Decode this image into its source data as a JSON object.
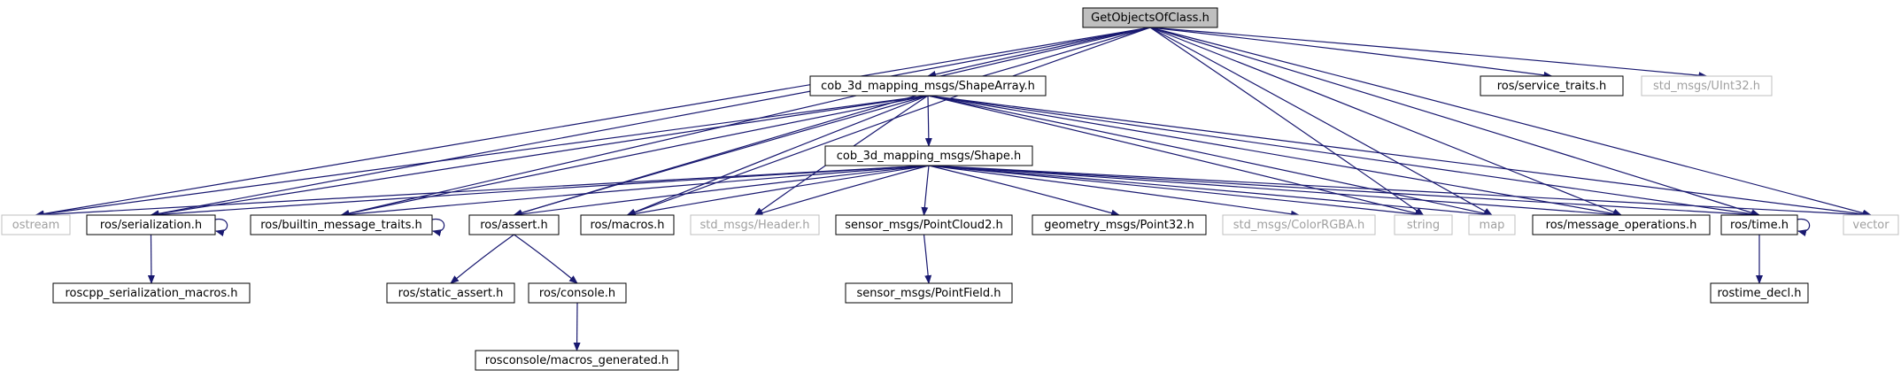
{
  "graph": {
    "root": "GetObjectsOfClass.h",
    "colors": {
      "edge": "#191970",
      "node_border": "#000000",
      "external_border": "#bfbfbf",
      "external_text": "#a0a0a0",
      "root_fill": "#bfbfbf",
      "text": "#000000"
    },
    "nodes": [
      {
        "id": "root",
        "label": "GetObjectsOfClass.h",
        "style": "root"
      },
      {
        "id": "shapearray",
        "label": "cob_3d_mapping_msgs/ShapeArray.h",
        "style": "normal"
      },
      {
        "id": "servicetraits",
        "label": "ros/service_traits.h",
        "style": "normal"
      },
      {
        "id": "uint32",
        "label": "std_msgs/UInt32.h",
        "style": "external"
      },
      {
        "id": "shape",
        "label": "cob_3d_mapping_msgs/Shape.h",
        "style": "normal"
      },
      {
        "id": "ostream",
        "label": "ostream",
        "style": "external"
      },
      {
        "id": "serialization",
        "label": "ros/serialization.h",
        "style": "normal"
      },
      {
        "id": "builtin",
        "label": "ros/builtin_message_traits.h",
        "style": "normal"
      },
      {
        "id": "assert",
        "label": "ros/assert.h",
        "style": "normal"
      },
      {
        "id": "macros",
        "label": "ros/macros.h",
        "style": "normal"
      },
      {
        "id": "header",
        "label": "std_msgs/Header.h",
        "style": "external"
      },
      {
        "id": "pointcloud2",
        "label": "sensor_msgs/PointCloud2.h",
        "style": "normal"
      },
      {
        "id": "point32",
        "label": "geometry_msgs/Point32.h",
        "style": "normal"
      },
      {
        "id": "colorrgba",
        "label": "std_msgs/ColorRGBA.h",
        "style": "external"
      },
      {
        "id": "string",
        "label": "string",
        "style": "external"
      },
      {
        "id": "map",
        "label": "map",
        "style": "external"
      },
      {
        "id": "msgops",
        "label": "ros/message_operations.h",
        "style": "normal"
      },
      {
        "id": "time",
        "label": "ros/time.h",
        "style": "normal"
      },
      {
        "id": "vector",
        "label": "vector",
        "style": "external"
      },
      {
        "id": "roscppser",
        "label": "roscpp_serialization_macros.h",
        "style": "normal"
      },
      {
        "id": "staticassert",
        "label": "ros/static_assert.h",
        "style": "normal"
      },
      {
        "id": "console",
        "label": "ros/console.h",
        "style": "normal"
      },
      {
        "id": "pointfield",
        "label": "sensor_msgs/PointField.h",
        "style": "normal"
      },
      {
        "id": "rostimedecl",
        "label": "rostime_decl.h",
        "style": "normal"
      },
      {
        "id": "rosconsolemacros",
        "label": "rosconsole/macros_generated.h",
        "style": "normal"
      }
    ],
    "edges": [
      [
        "root",
        "shapearray"
      ],
      [
        "root",
        "servicetraits"
      ],
      [
        "root",
        "uint32"
      ],
      [
        "root",
        "ostream"
      ],
      [
        "root",
        "serialization"
      ],
      [
        "root",
        "builtin"
      ],
      [
        "root",
        "assert"
      ],
      [
        "root",
        "macros"
      ],
      [
        "root",
        "string"
      ],
      [
        "root",
        "map"
      ],
      [
        "root",
        "msgops"
      ],
      [
        "root",
        "time"
      ],
      [
        "root",
        "vector"
      ],
      [
        "shapearray",
        "shape"
      ],
      [
        "shapearray",
        "ostream"
      ],
      [
        "shapearray",
        "serialization"
      ],
      [
        "shapearray",
        "builtin"
      ],
      [
        "shapearray",
        "assert"
      ],
      [
        "shapearray",
        "macros"
      ],
      [
        "shapearray",
        "header"
      ],
      [
        "shapearray",
        "string"
      ],
      [
        "shapearray",
        "map"
      ],
      [
        "shapearray",
        "msgops"
      ],
      [
        "shapearray",
        "time"
      ],
      [
        "shapearray",
        "vector"
      ],
      [
        "shape",
        "ostream"
      ],
      [
        "shape",
        "serialization"
      ],
      [
        "shape",
        "builtin"
      ],
      [
        "shape",
        "assert"
      ],
      [
        "shape",
        "macros"
      ],
      [
        "shape",
        "header"
      ],
      [
        "shape",
        "pointcloud2"
      ],
      [
        "shape",
        "point32"
      ],
      [
        "shape",
        "colorrgba"
      ],
      [
        "shape",
        "string"
      ],
      [
        "shape",
        "map"
      ],
      [
        "shape",
        "msgops"
      ],
      [
        "shape",
        "time"
      ],
      [
        "shape",
        "vector"
      ],
      [
        "serialization",
        "roscppser"
      ],
      [
        "serialization",
        "serialization"
      ],
      [
        "builtin",
        "builtin"
      ],
      [
        "time",
        "time"
      ],
      [
        "assert",
        "staticassert"
      ],
      [
        "assert",
        "console"
      ],
      [
        "console",
        "rosconsolemacros"
      ],
      [
        "pointcloud2",
        "pointfield"
      ],
      [
        "time",
        "rostimedecl"
      ]
    ]
  }
}
